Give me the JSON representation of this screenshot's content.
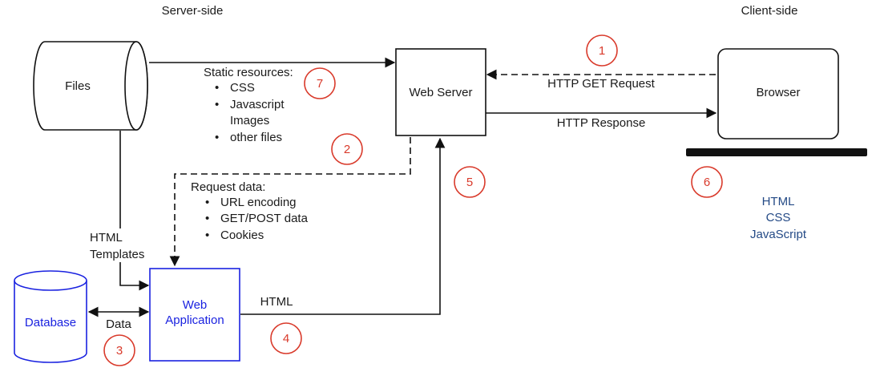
{
  "headers": {
    "server_side": "Server-side",
    "client_side": "Client-side"
  },
  "nodes": {
    "files": "Files",
    "web_server": "Web Server",
    "browser": "Browser",
    "database": "Database",
    "web_application": [
      "Web",
      "Application"
    ]
  },
  "edges": {
    "static_resources": {
      "title": "Static resources:",
      "items": [
        "CSS",
        "Javascript",
        "Images",
        "other files"
      ]
    },
    "http_get": "HTTP GET Request",
    "http_response": "HTTP Response",
    "request_data": {
      "title": "Request data:",
      "items": [
        "URL encoding",
        "GET/POST data",
        "Cookies"
      ]
    },
    "html_templates": [
      "HTML",
      "Templates"
    ],
    "data": "Data",
    "html": "HTML"
  },
  "client_tech": [
    "HTML",
    "CSS",
    "JavaScript"
  ],
  "steps": [
    "1",
    "2",
    "3",
    "4",
    "5",
    "6",
    "7"
  ],
  "colors": {
    "step": "#d93a2b",
    "web_app": "#1a22e0",
    "database": "#1a22e0",
    "client_tech": "#244a86"
  }
}
